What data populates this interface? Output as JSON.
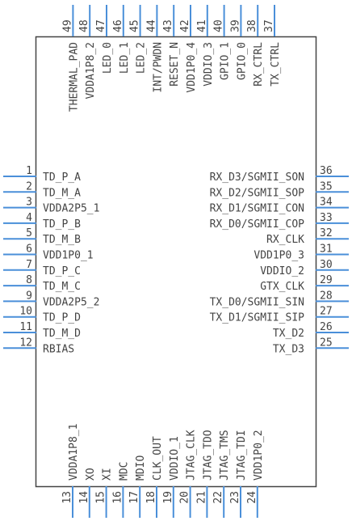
{
  "component": {
    "pins_left": [
      {
        "num": "1",
        "name": "TD_P_A"
      },
      {
        "num": "2",
        "name": "TD_M_A"
      },
      {
        "num": "3",
        "name": "VDDA2P5_1"
      },
      {
        "num": "4",
        "name": "TD_P_B"
      },
      {
        "num": "5",
        "name": "TD_M_B"
      },
      {
        "num": "6",
        "name": "VDD1P0_1"
      },
      {
        "num": "7",
        "name": "TD_P_C"
      },
      {
        "num": "8",
        "name": "TD_M_C"
      },
      {
        "num": "9",
        "name": "VDDA2P5_2"
      },
      {
        "num": "10",
        "name": "TD_P_D"
      },
      {
        "num": "11",
        "name": "TD_M_D"
      },
      {
        "num": "12",
        "name": "RBIAS"
      }
    ],
    "pins_bottom": [
      {
        "num": "13",
        "name": "VDDA1P8_1"
      },
      {
        "num": "14",
        "name": "XO"
      },
      {
        "num": "15",
        "name": "XI"
      },
      {
        "num": "16",
        "name": "MDC"
      },
      {
        "num": "17",
        "name": "MDIO"
      },
      {
        "num": "18",
        "name": "CLK_OUT"
      },
      {
        "num": "19",
        "name": "VDDIO_1"
      },
      {
        "num": "20",
        "name": "JTAG_CLK"
      },
      {
        "num": "21",
        "name": "JTAG_TDO"
      },
      {
        "num": "22",
        "name": "JTAG_TMS"
      },
      {
        "num": "23",
        "name": "JTAG_TDI"
      },
      {
        "num": "24",
        "name": "VDD1P0_2"
      }
    ],
    "pins_right": [
      {
        "num": "25",
        "name": "TX_D3"
      },
      {
        "num": "26",
        "name": "TX_D2"
      },
      {
        "num": "27",
        "name": "TX_D1/SGMII_SIP"
      },
      {
        "num": "28",
        "name": "TX_D0/SGMII_SIN"
      },
      {
        "num": "29",
        "name": "GTX_CLK"
      },
      {
        "num": "30",
        "name": "VDDIO_2"
      },
      {
        "num": "31",
        "name": "VDD1P0_3"
      },
      {
        "num": "32",
        "name": "RX_CLK"
      },
      {
        "num": "33",
        "name": "RX_D0/SGMII_COP"
      },
      {
        "num": "34",
        "name": "RX_D1/SGMII_CON"
      },
      {
        "num": "35",
        "name": "RX_D2/SGMII_SOP"
      },
      {
        "num": "36",
        "name": "RX_D3/SGMII_SON"
      }
    ],
    "pins_top": [
      {
        "num": "37",
        "name": "TX_CTRL"
      },
      {
        "num": "38",
        "name": "RX_CTRL"
      },
      {
        "num": "39",
        "name": "GPIO_0"
      },
      {
        "num": "40",
        "name": "GPIO_1"
      },
      {
        "num": "41",
        "name": "VDDIO_3"
      },
      {
        "num": "42",
        "name": "VDD1P0_4"
      },
      {
        "num": "43",
        "name": "RESET_N"
      },
      {
        "num": "44",
        "name": "INT/PWDN"
      },
      {
        "num": "45",
        "name": "LED_2"
      },
      {
        "num": "46",
        "name": "LED_1"
      },
      {
        "num": "47",
        "name": "LED_0"
      },
      {
        "num": "48",
        "name": "VDDA1P8_2"
      },
      {
        "num": "49",
        "name": "THERMAL_PAD"
      }
    ]
  },
  "colors": {
    "body_outline": "#444444",
    "pin_line": "#4a8fd9",
    "text": "#444444"
  }
}
